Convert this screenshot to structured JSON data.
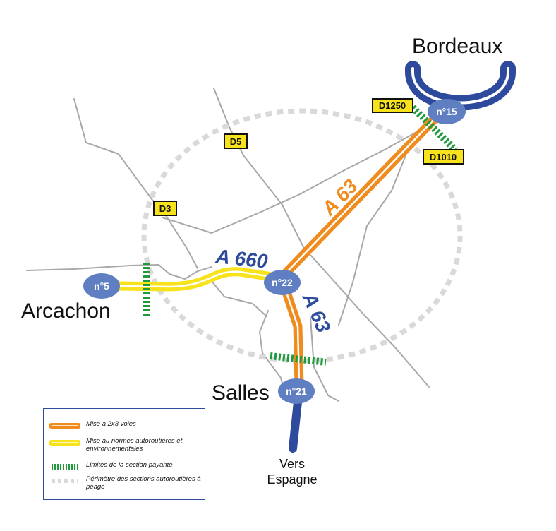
{
  "cities": {
    "bordeaux": "Bordeaux",
    "arcachon": "Arcachon",
    "salles": "Salles"
  },
  "destination": {
    "line1": "Vers",
    "line2": "Espagne"
  },
  "highways": {
    "a63_north": "A 63",
    "a660": "A 660",
    "a63_south": "A 63"
  },
  "exits": {
    "n15": "n°15",
    "n22": "n°22",
    "n5": "n°5",
    "n21": "n°21"
  },
  "dept_roads": {
    "d1250": "D1250",
    "d1010": "D1010",
    "d5": "D5",
    "d3": "D3"
  },
  "legend": {
    "widening": "Mise à 2x3 voies",
    "upgrade": "Mise au normes autoroutières et environnementales",
    "toll_limits": "Limites de la section payante",
    "perimeter": "Périmètre des sections autoroutières à péage"
  },
  "colors": {
    "orange": "#f08c1e",
    "yellow": "#f7e21b",
    "blue": "#2e4a9c",
    "exit_blue": "#5f7fc2",
    "green": "#1f9a3c",
    "grey_perimeter": "#d9d9d9",
    "grey_roads": "#a8a8a8"
  }
}
